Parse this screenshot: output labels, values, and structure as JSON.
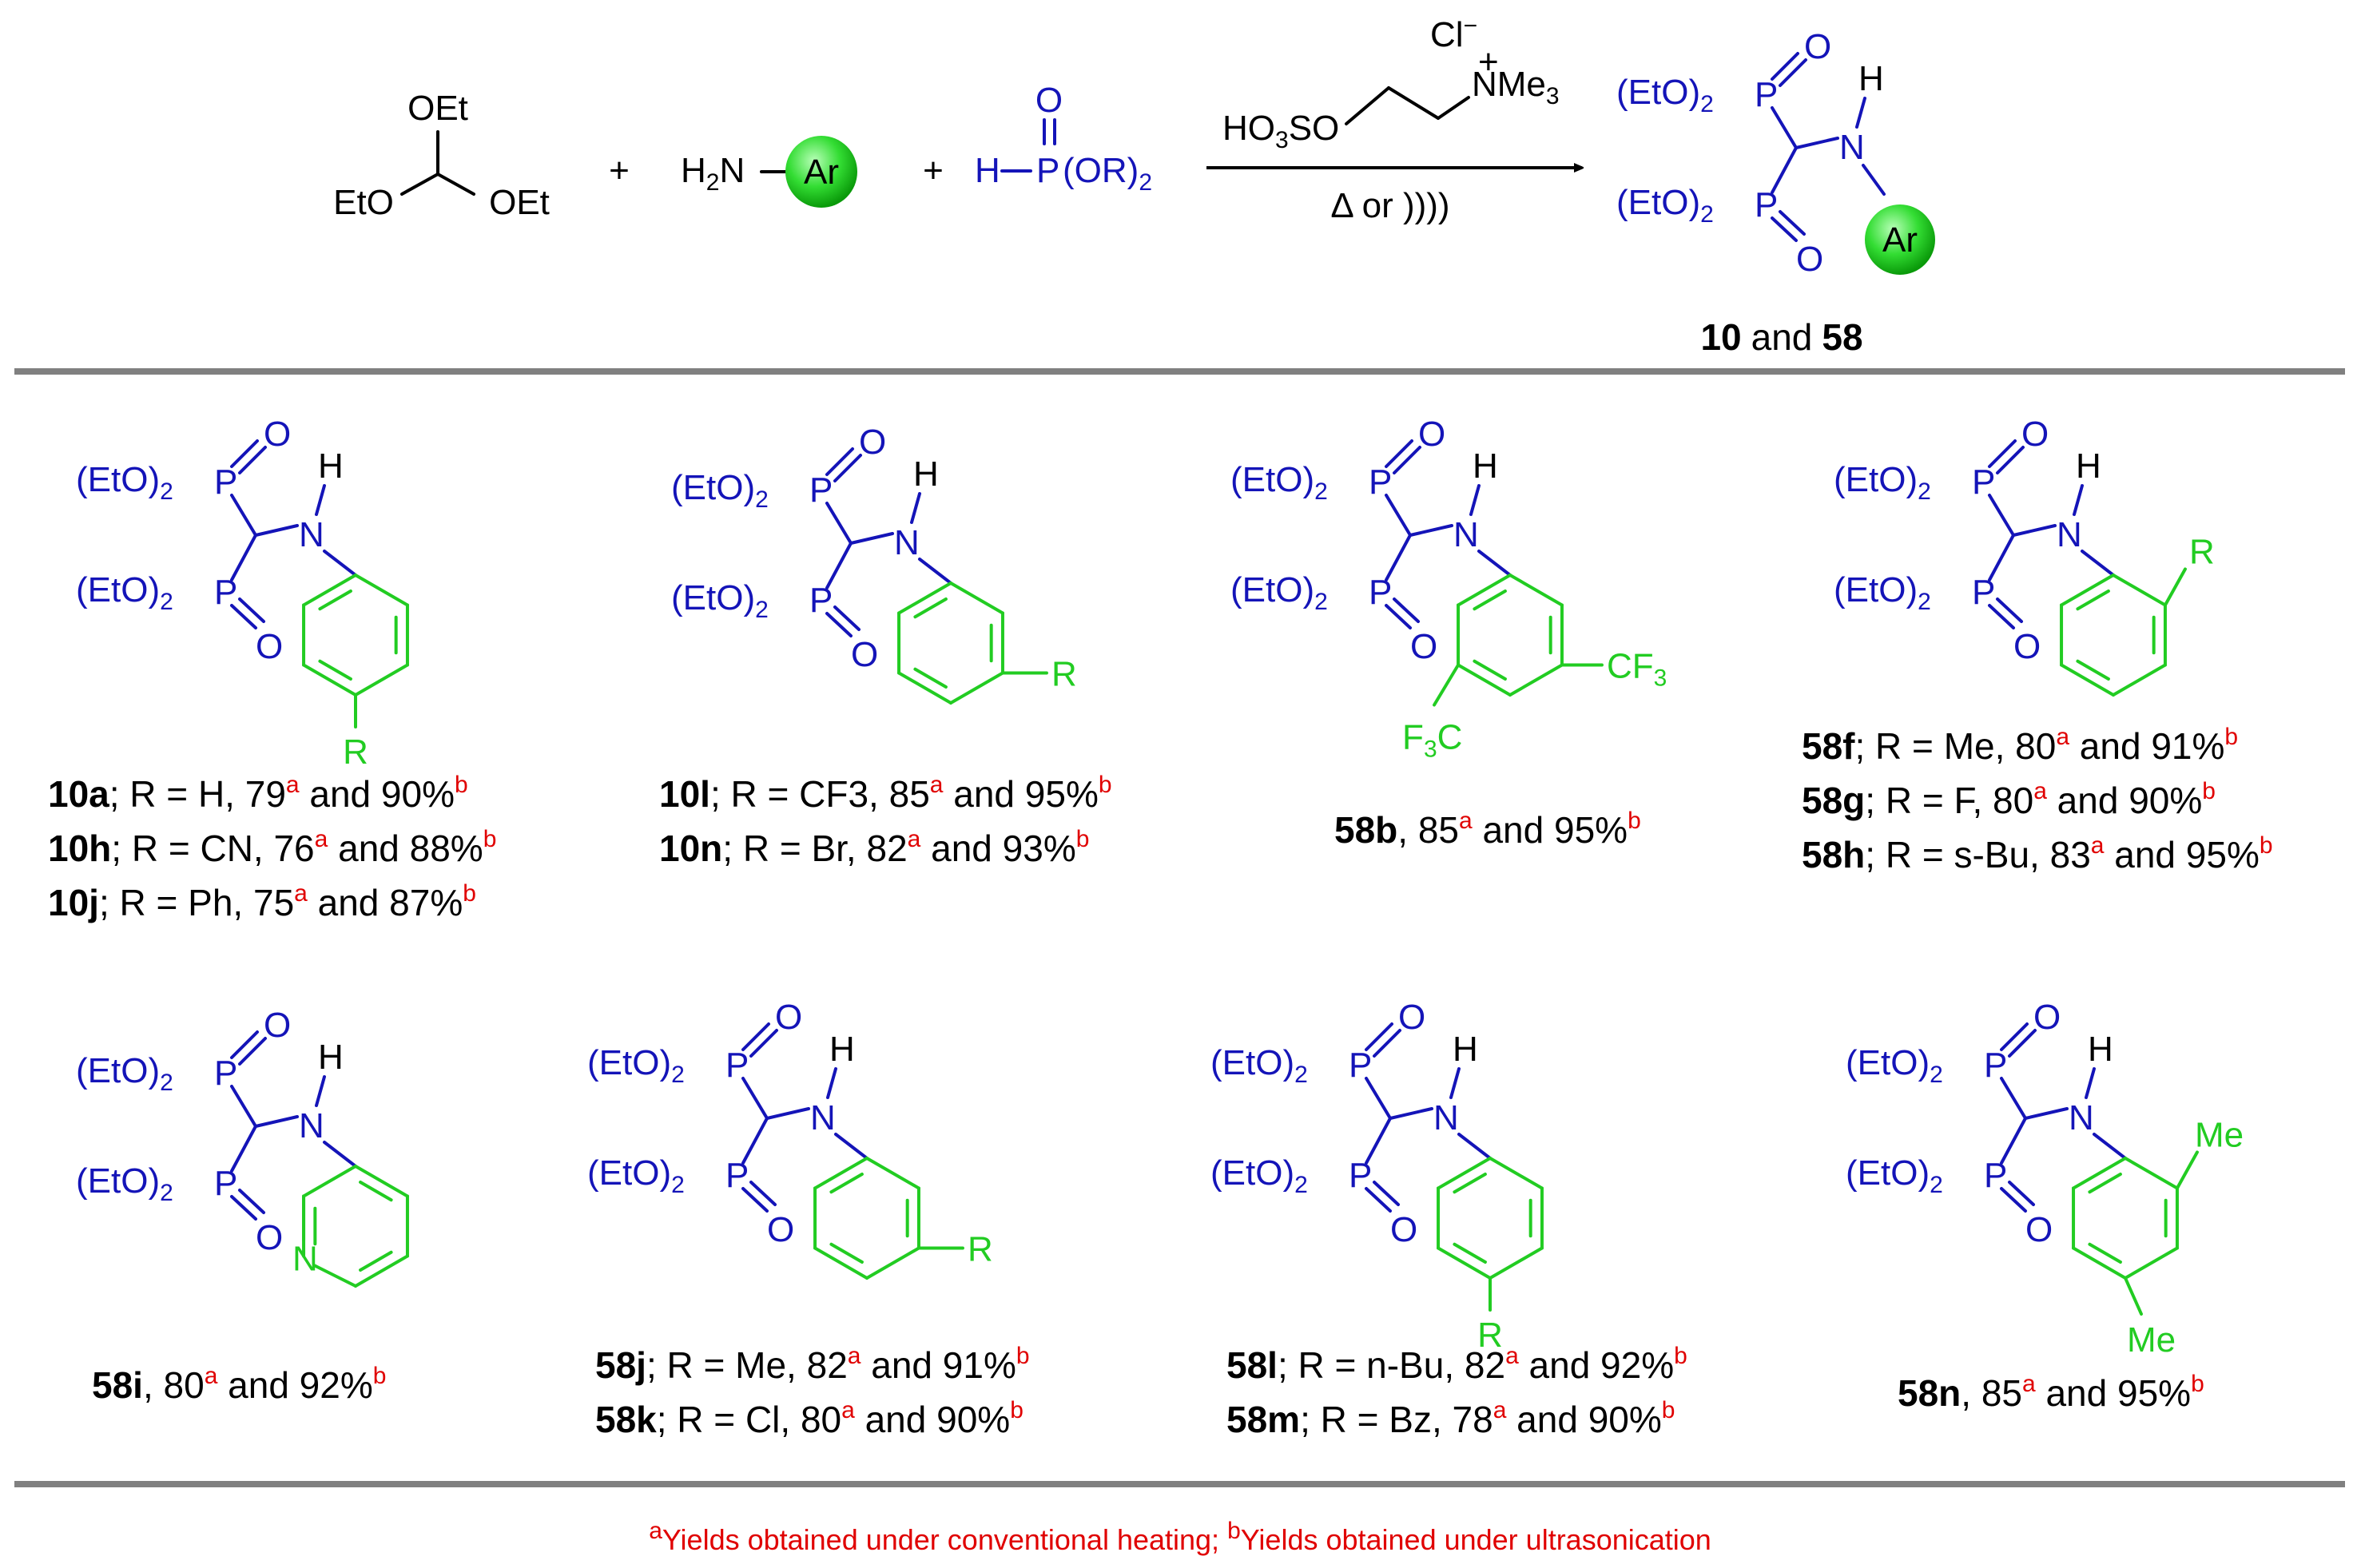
{
  "colors": {
    "reagent_blue": "#1414b8",
    "aryl_green": "#22cc22",
    "footnote_red": "#e00000",
    "divider_gray": "#808080"
  },
  "reaction": {
    "reagent1": {
      "oet_top": "OEt",
      "eto": "EtO",
      "oet_right": "OEt"
    },
    "plus": "+",
    "reagent2": {
      "h2n": "H2N",
      "ar": "Ar"
    },
    "reagent3": {
      "h": "H",
      "p": "P",
      "o": "O",
      "oR": "(OR)2"
    },
    "catalyst": {
      "cl": "Cl−",
      "nme3": "NMe3",
      "plus": "+",
      "ho3so": "HO3SO"
    },
    "conditions": "Δ  or  ))))",
    "product_label": {
      "a": "10",
      "and": "and",
      "b": "58"
    }
  },
  "fragments": {
    "eto2": "(EtO)",
    "two": "2",
    "p": "P",
    "o": "O",
    "h": "H",
    "n": "N",
    "ar": "Ar",
    "r": "R",
    "cf3": "CF3",
    "f3c": "F3C",
    "me": "Me"
  },
  "compounds": [
    {
      "captions": [
        {
          "id": "10a",
          "text": "; R = H, 79",
          "mid": " and 90%"
        },
        {
          "id": "10h",
          "text": "; R = CN, 76",
          "mid": " and 88%"
        },
        {
          "id": "10j",
          "text": "; R = Ph, 75",
          "mid": " and 87%"
        }
      ]
    },
    {
      "captions": [
        {
          "id": "10l",
          "text": "; R = CF3, 85",
          "mid": " and 95%"
        },
        {
          "id": "10n",
          "text": "; R = Br, 82",
          "mid": " and 93%"
        }
      ]
    },
    {
      "captions": [
        {
          "id": "58b",
          "text": ", 85",
          "mid": " and 95%"
        }
      ]
    },
    {
      "captions": [
        {
          "id": "58f",
          "text": "; R = Me, 80",
          "mid": " and 91%"
        },
        {
          "id": "58g",
          "text": "; R = F, 80",
          "mid": " and 90%"
        },
        {
          "id": "58h",
          "text": "; R = s-Bu, 83",
          "mid": " and 95%"
        }
      ]
    },
    {
      "captions": [
        {
          "id": "58i",
          "text": ", 80",
          "mid": " and 92%"
        }
      ]
    },
    {
      "captions": [
        {
          "id": "58j",
          "text": "; R = Me, 82",
          "mid": " and 91%"
        },
        {
          "id": "58k",
          "text": "; R = Cl, 80",
          "mid": " and 90%"
        }
      ]
    },
    {
      "captions": [
        {
          "id": "58l",
          "text": "; R = n-Bu, 82",
          "mid": " and 92%"
        },
        {
          "id": "58m",
          "text": "; R = Bz, 78",
          "mid": " and 90%"
        }
      ]
    },
    {
      "captions": [
        {
          "id": "58n",
          "text": ", 85",
          "mid": " and 95%"
        }
      ]
    }
  ],
  "footnote": {
    "a": "a",
    "a_text": "Yields obtained under conventional heating; ",
    "b": "b",
    "b_text": "Yields obtained under ultrasonication"
  }
}
